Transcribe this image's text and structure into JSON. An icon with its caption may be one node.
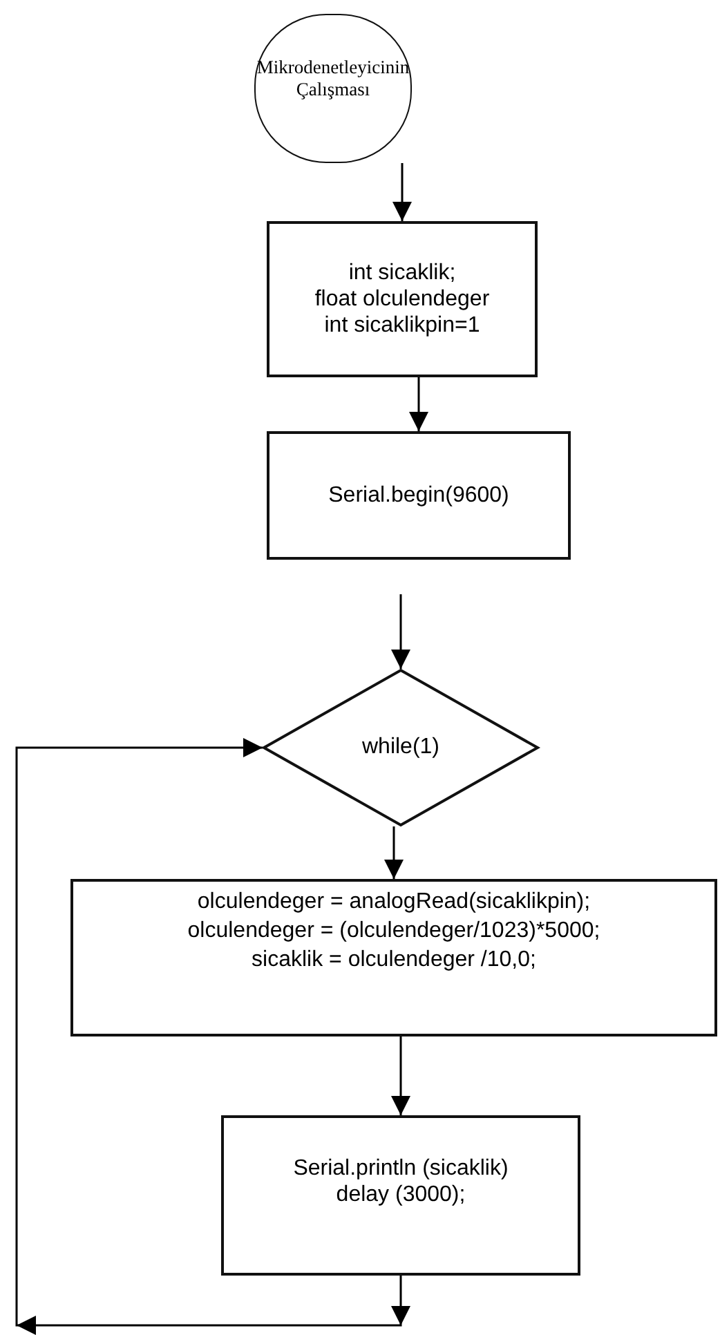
{
  "diagram": {
    "nodes": [
      {
        "text": [
          "Mikrodenetleyicinin Çalışması"
        ]
      },
      {
        "text": [
          "int sicaklik;",
          "float olculendeger",
          "int sicaklikpin=1"
        ]
      },
      {
        "text": [
          "Serial.begin(9600)"
        ]
      },
      {
        "text": [
          "while(1)"
        ]
      },
      {
        "text": [
          "olculendeger = analogRead(sicaklikpin);",
          "olculendeger = (olculendeger/1023)*5000;",
          "sicaklik = olculendeger /10,0;"
        ]
      },
      {
        "text": [
          "Serial.println (sicaklik)",
          "delay (3000);"
        ]
      }
    ],
    "edges": [
      {
        "from": 0,
        "to": 1,
        "arrow": "to"
      },
      {
        "from": 1,
        "to": 2,
        "arrow": "to"
      },
      {
        "from": 2,
        "to": 3,
        "arrow": "to"
      },
      {
        "from": 3,
        "to": 4,
        "arrow": "to"
      },
      {
        "from": 4,
        "to": 5,
        "arrow": "to"
      },
      {
        "from": 5,
        "to": 3,
        "arrow": "to"
      }
    ]
  }
}
